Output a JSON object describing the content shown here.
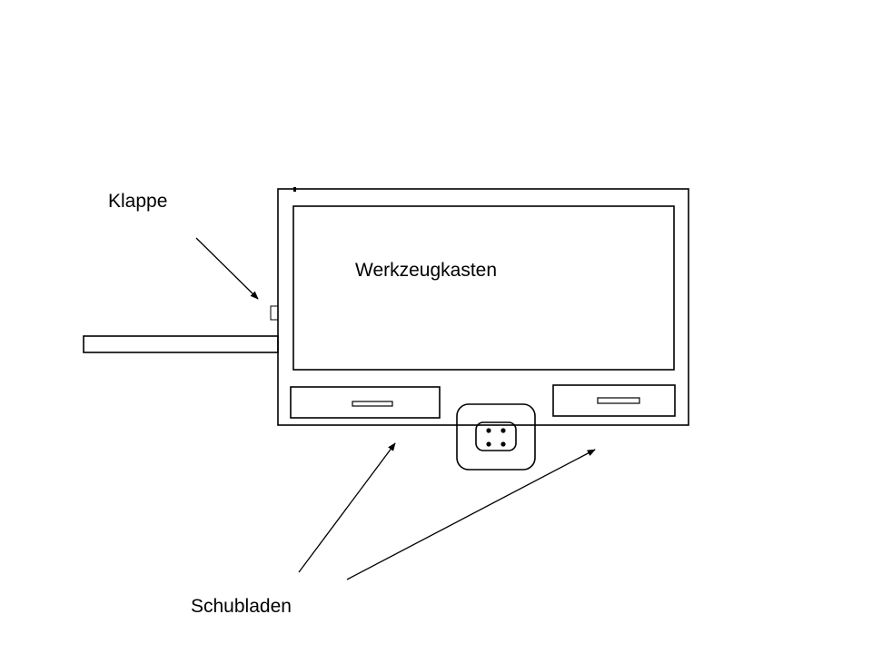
{
  "labels": {
    "flap": "Klappe",
    "toolbox": "Werkzeugkasten",
    "drawers": "Schubladen"
  },
  "colors": {
    "stroke": "#000000",
    "background": "#ffffff"
  }
}
